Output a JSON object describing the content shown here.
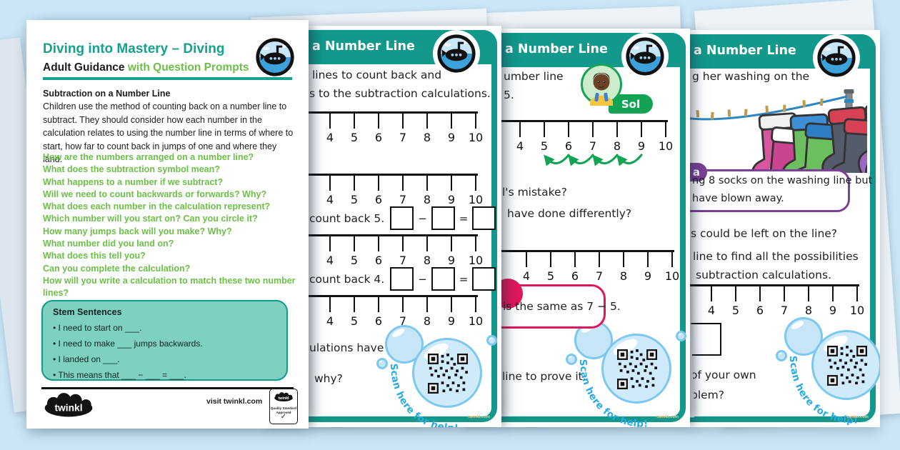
{
  "colors": {
    "teal": "#12998b",
    "green": "#6cbf47",
    "accent_green": "#12a454",
    "pink": "#e0175c",
    "purple": "#7d3f98",
    "scan_blue": "#29abe2",
    "background": "#cbe7f7"
  },
  "page1": {
    "title": "Diving into Mastery – Diving",
    "subtitle_bold": "Adult Guidance",
    "subtitle_green": "with Question Prompts",
    "section_heading": "Subtraction on a Number Line",
    "description": "Children use the method of counting back on a number line to subtract. They should consider how each number in the calculation relates to using the number line in terms of where to start, how far to count back in jumps of one and where they land.",
    "questions": [
      "How are the numbers arranged on a number line?",
      "What does the subtraction symbol mean?",
      "What happens to a number if we subtract?",
      "Will we need to count backwards or forwards? Why?",
      "What does each number in the calculation represent?",
      "Which number will you start on? Can you circle it?",
      "How many jumps back will you make? Why?",
      "What number did you land on?",
      "What does this tell you?",
      "Can you complete the calculation?",
      "How will you write a calculation to match these two number lines?"
    ],
    "stem": {
      "heading": "Stem Sentences",
      "items": [
        "I need to start on ___.",
        "I need to make ___ jumps backwards.",
        "I landed on ___.",
        "This means that ___ − ___ = ___."
      ]
    },
    "footer": {
      "logo_text": "twinkl",
      "visit": "visit twinkl.com",
      "badge": {
        "brand": "twinkl",
        "line1": "Quality Standard",
        "line2": "Approved",
        "check": "✓"
      }
    }
  },
  "page2": {
    "header_title": "a Number Line",
    "intro_line1": "lines to count back and",
    "intro_line2": "s to the subtraction calculations.",
    "numberline_numbers": [
      "4",
      "5",
      "6",
      "7",
      "8",
      "9",
      "10"
    ],
    "calc1_label": "count back 5.",
    "calc2_label": "count back 4.",
    "minus": "−",
    "equals": "=",
    "bottom_line1": "ulations have the",
    "bottom_line2": "why?",
    "scan_text": "Scan here for help!",
    "mini_url": "twinkl.com"
  },
  "page3": {
    "header_title": "a Number Line",
    "intro_line1": "umber line",
    "intro_line2": "5.",
    "avatar_name": "Sol",
    "numberline_numbers": [
      "4",
      "5",
      "6",
      "7",
      "8",
      "9",
      "10"
    ],
    "mistake_line1": "l's mistake?",
    "mistake_line2": "have done differently?",
    "speech_text": "is the same as 7 − 5.",
    "prove_text": "line to prove it.",
    "scan_text": "Scan here for help!",
    "mini_url": "twinkl.com"
  },
  "page4": {
    "header_title": "a Number Line",
    "intro_text": "g her washing on the",
    "badge_text": "a",
    "box_line1": "ng 8 socks on the washing line but",
    "box_line2": "have blown away.",
    "question1": "s could be left on the line?",
    "question2a": "line to find all the possibilities",
    "question2b": "subtraction calculations.",
    "numberline_numbers": [
      "4",
      "5",
      "6",
      "7",
      "8",
      "9",
      "10"
    ],
    "own_line1": "of your own",
    "own_line2": "blem?",
    "scan_text": "Scan here for help!",
    "mini_url": "twinkl.com"
  }
}
